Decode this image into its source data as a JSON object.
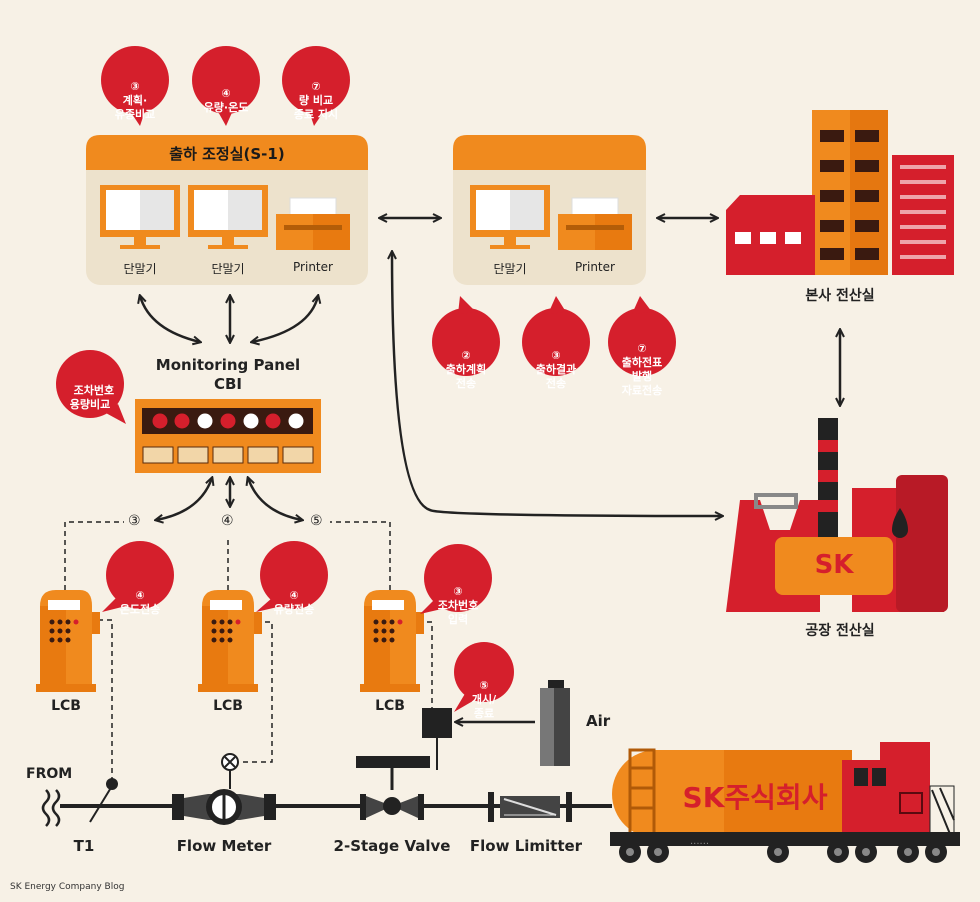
{
  "colors": {
    "orange": "#f08a1e",
    "red": "#d51f2c",
    "beige": "#ede2cc",
    "dark": "#222222",
    "background": "#f7f1e6"
  },
  "dispatch_room": {
    "title": "출하 조정실(S-1)",
    "terminal_label": "단말기",
    "printer_label": "Printer"
  },
  "second_room": {
    "terminal_label": "단말기",
    "printer_label": "Printer"
  },
  "top_bubbles": [
    {
      "num": "③",
      "text": "계획·\n유종비교"
    },
    {
      "num": "④",
      "text": "유량·온도"
    },
    {
      "num": "⑦",
      "text": "량 비교\n종료 지시"
    }
  ],
  "mid_bubbles": [
    {
      "num": "②",
      "text": "출하계획\n전송"
    },
    {
      "num": "③",
      "text": "출하결과\n전송"
    },
    {
      "num": "⑦",
      "text": "출하전표\n발행\n자료전송"
    }
  ],
  "cbi_bubble": {
    "text": "조차번호\n용량비교"
  },
  "lcb_bubbles": [
    {
      "num": "④",
      "text": "온도전송"
    },
    {
      "num": "④",
      "text": "유량전송"
    },
    {
      "num": "③",
      "text": "조차번호\n입력"
    },
    {
      "num": "⑤",
      "text": "개시/\n종료"
    }
  ],
  "monitoring_panel": {
    "line1": "Monitoring Panel",
    "line2": "CBI"
  },
  "connector_numbers": [
    "③",
    "④",
    "⑤"
  ],
  "lcb_label": "LCB",
  "hq_label": "본사 전산실",
  "plant_label": "공장 전산실",
  "plant_logo": "SK",
  "truck_text": "SK주식회사",
  "truck_dots": "......",
  "air_label": "Air",
  "pipeline": {
    "from": "FROM",
    "t1": "T1",
    "flow_meter": "Flow Meter",
    "valve": "2-Stage Valve",
    "limiter": "Flow Limitter"
  },
  "credit": "SK Energy Company Blog"
}
